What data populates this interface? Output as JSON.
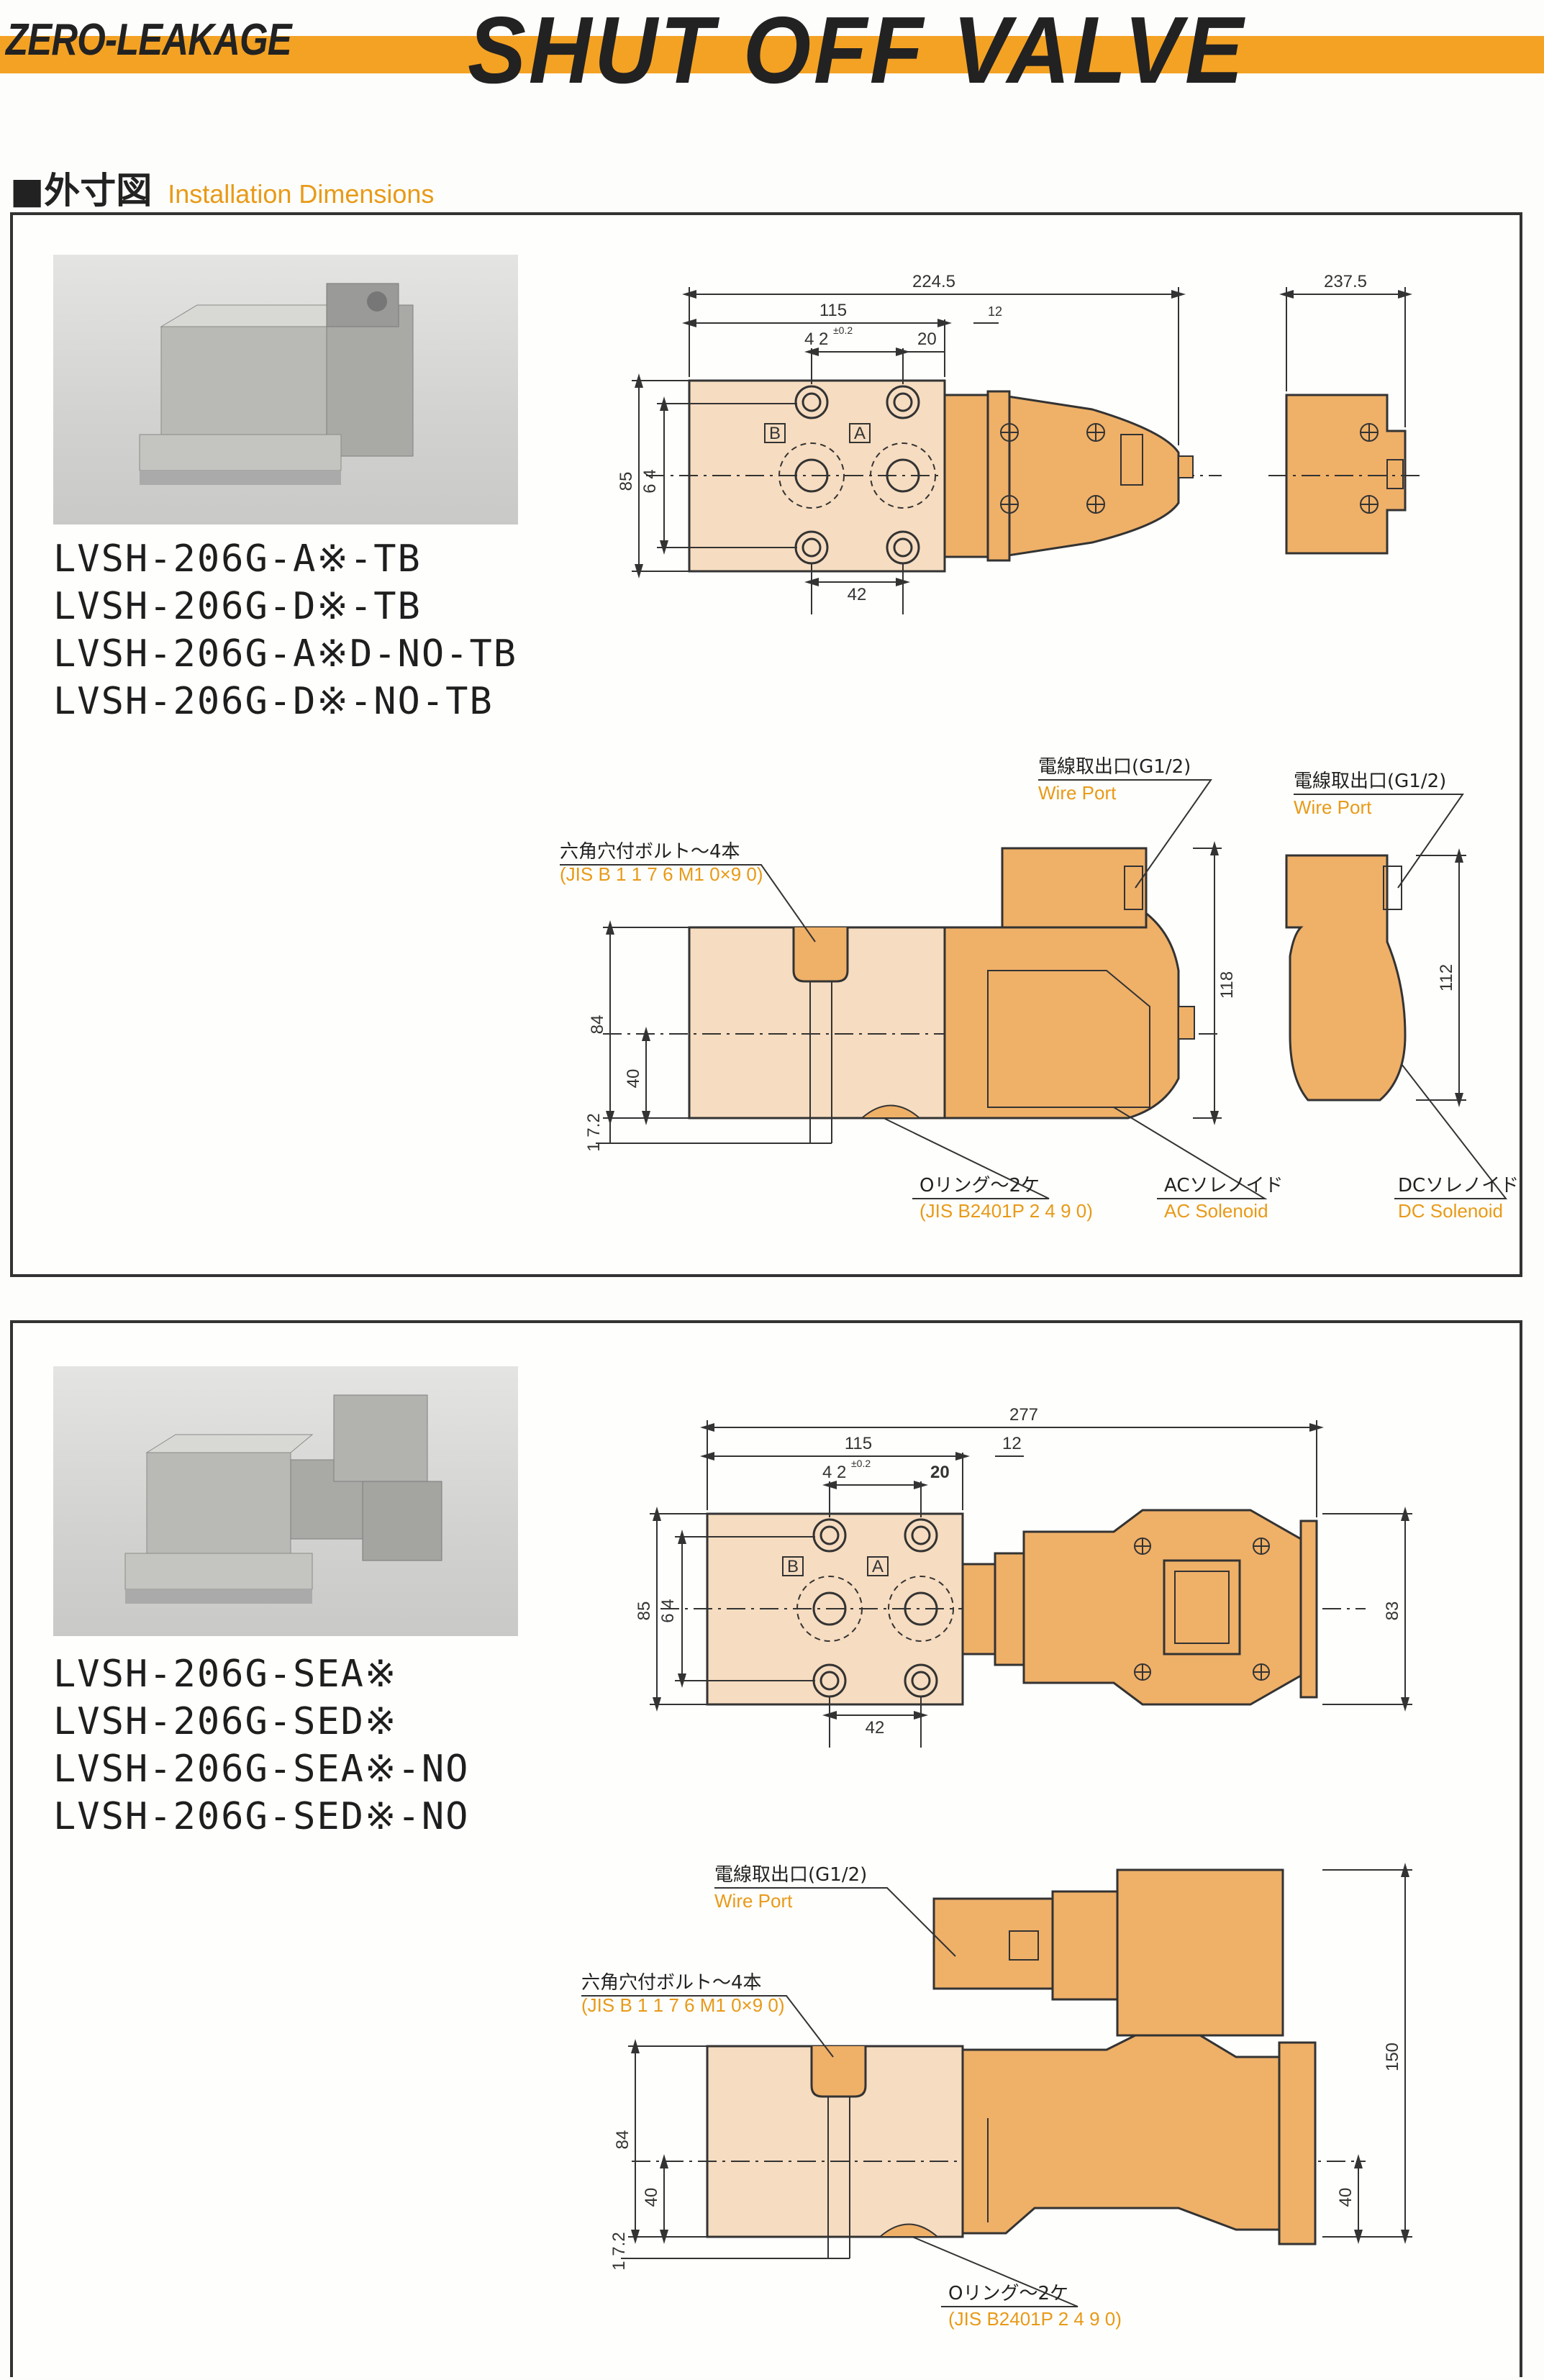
{
  "header": {
    "subtitle": "ZERO-LEAKAGE",
    "title": "SHUT OFF VALVE"
  },
  "section": {
    "title_jp": "■外寸図",
    "title_en": "Installation Dimensions"
  },
  "panel1": {
    "photo_icon": "valve-photo",
    "models": [
      "LVSH-206G-A※-TB",
      "LVSH-206G-D※-TB",
      "LVSH-206G-A※D-NO-TB",
      "LVSH-206G-D※-NO-TB"
    ],
    "dims": {
      "d224_5": "224.5",
      "d237_5": "237.5",
      "d115": "115",
      "d12": "12",
      "d42_top": "4 2",
      "tol": "±0.2",
      "d20": "20",
      "d42_bottom": "42",
      "d85": "85",
      "d64": "6 4",
      "d84": "84",
      "d40": "40",
      "d17_2": "1 7.2",
      "d118": "118",
      "d112": "112",
      "port_a": "A",
      "port_b": "B"
    },
    "labels": {
      "wire_port_jp": "電線取出口(G1/2)",
      "wire_port_en": "Wire Port",
      "wire_port2_jp": "電線取出口(G1/2)",
      "wire_port2_en": "Wire Port",
      "bolt_jp": "六角穴付ボルト～4本",
      "bolt_en": "(JIS B 1 1 7 6  M1 0×9 0)",
      "oring_jp": "Oリング～2ケ",
      "oring_en": "(JIS B2401P 2 4  9 0)",
      "ac_jp": "ACソレノイド",
      "ac_en": "AC Solenoid",
      "dc_jp": "DCソレノイド",
      "dc_en": "DC Solenoid"
    }
  },
  "panel2": {
    "photo_icon": "valve-photo",
    "models": [
      "LVSH-206G-SEA※",
      "LVSH-206G-SED※",
      "LVSH-206G-SEA※-NO",
      "LVSH-206G-SED※-NO"
    ],
    "dims": {
      "d277": "277",
      "d115": "115",
      "d12": "12",
      "d42_top": "4 2",
      "tol": "±0.2",
      "d20": "20",
      "d42_bottom": "42",
      "d85": "85",
      "d64": "6 4",
      "d83": "83",
      "d84": "84",
      "d40": "40",
      "d40_right": "40",
      "d17_2": "1 7.2",
      "d150": "150",
      "port_a": "A",
      "port_b": "B"
    },
    "labels": {
      "wire_port_jp": "電線取出口(G1/2)",
      "wire_port_en": "Wire Port",
      "bolt_jp": "六角穴付ボルト～4本",
      "bolt_en": "(JIS B 1 1 7 6  M1 0×9 0)",
      "oring_jp": "Oリング～2ケ",
      "oring_en": "(JIS B2401P 2 4  9 0)"
    }
  },
  "colors": {
    "accent_orange": "#f4a224",
    "body_fill": "#f6dcc0",
    "solenoid_fill": "#efb068",
    "line": "#333333"
  }
}
